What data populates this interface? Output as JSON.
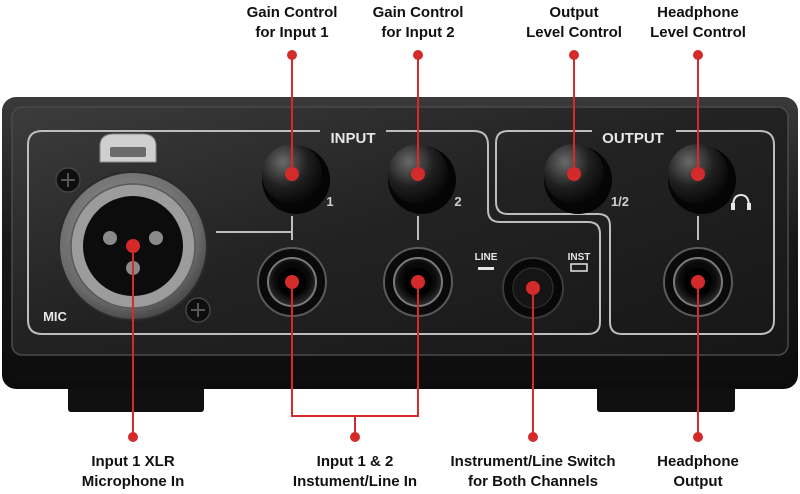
{
  "device": {
    "section_input": "INPUT",
    "section_output": "OUTPUT",
    "mic_label": "MIC",
    "channel_1": "1",
    "channel_2": "2",
    "output_channel": "1/2",
    "switch_left": "LINE",
    "switch_right": "INST"
  },
  "callouts_top": [
    {
      "line1": "Gain Control",
      "line2": "for Input 1"
    },
    {
      "line1": "Gain Control",
      "line2": "for Input 2"
    },
    {
      "line1": "Output",
      "line2": "Level Control"
    },
    {
      "line1": "Headphone",
      "line2": "Level Control"
    }
  ],
  "callouts_bottom": [
    {
      "line1": "Input 1 XLR",
      "line2": "Microphone In"
    },
    {
      "line1": "Input 1 & 2",
      "line2": "Instument/Line In"
    },
    {
      "line1": "Instrument/Line Switch",
      "line2": "for Both Channels"
    },
    {
      "line1": "Headphone",
      "line2": "Output"
    }
  ],
  "colors": {
    "callout_red": "#d42a2a",
    "panel_dark": "#1c1c1c",
    "panel_line": "#bdbdbd"
  }
}
